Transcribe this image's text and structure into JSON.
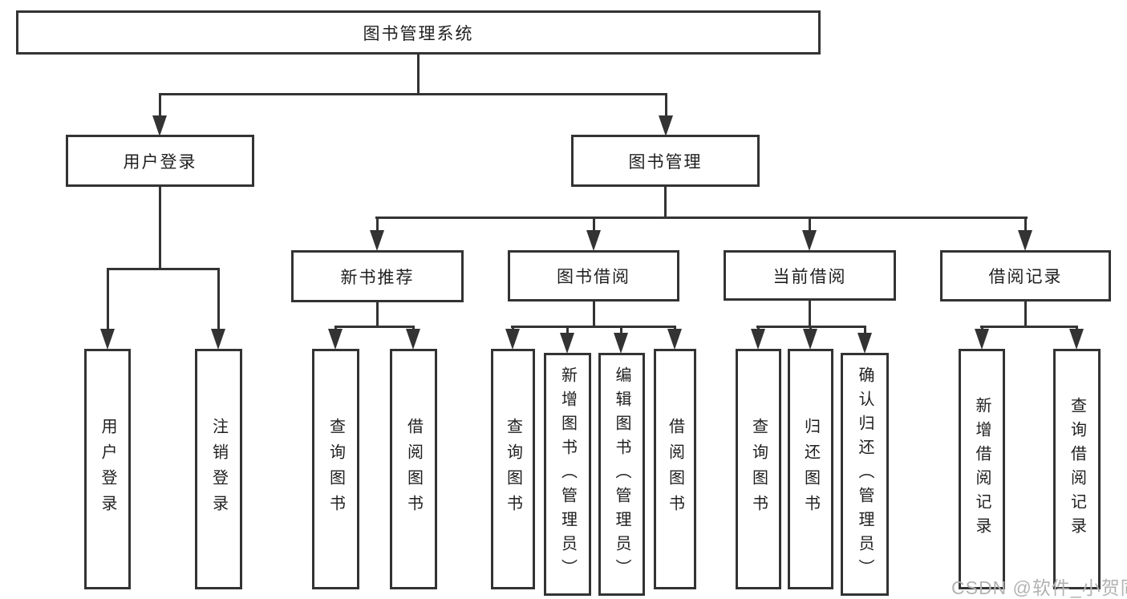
{
  "root": {
    "label": "图书管理系统"
  },
  "level2": {
    "user_login": {
      "label": "用户登录"
    },
    "book_management": {
      "label": "图书管理"
    }
  },
  "level3": {
    "new_books": {
      "label": "新书推荐"
    },
    "book_borrow": {
      "label": "图书借阅"
    },
    "current_borrow": {
      "label": "当前借阅"
    },
    "borrow_records": {
      "label": "借阅记录"
    }
  },
  "leaves": {
    "ul_login": {
      "label": "用户登录"
    },
    "ul_logout": {
      "label": "注销登录"
    },
    "nb_query": {
      "label": "查询图书"
    },
    "nb_borrow": {
      "label": "借阅图书"
    },
    "bb_query": {
      "label": "查询图书"
    },
    "bb_add": {
      "label": "新增图书（管理员）"
    },
    "bb_edit": {
      "label": "编辑图书（管理员）"
    },
    "bb_borrow": {
      "label": "借阅图书"
    },
    "cb_query": {
      "label": "查询图书"
    },
    "cb_return": {
      "label": "归还图书"
    },
    "cb_confirm": {
      "label": "确认归还（管理员）"
    },
    "br_add": {
      "label": "新增借阅记录"
    },
    "br_query": {
      "label": "查询借阅记录"
    }
  },
  "watermark": {
    "text": "CSDN @软件_小贺同学"
  },
  "colors": {
    "line": "#333333",
    "text": "#1f1f1f",
    "watermark": "#b2b2b2",
    "background": "#ffffff"
  }
}
